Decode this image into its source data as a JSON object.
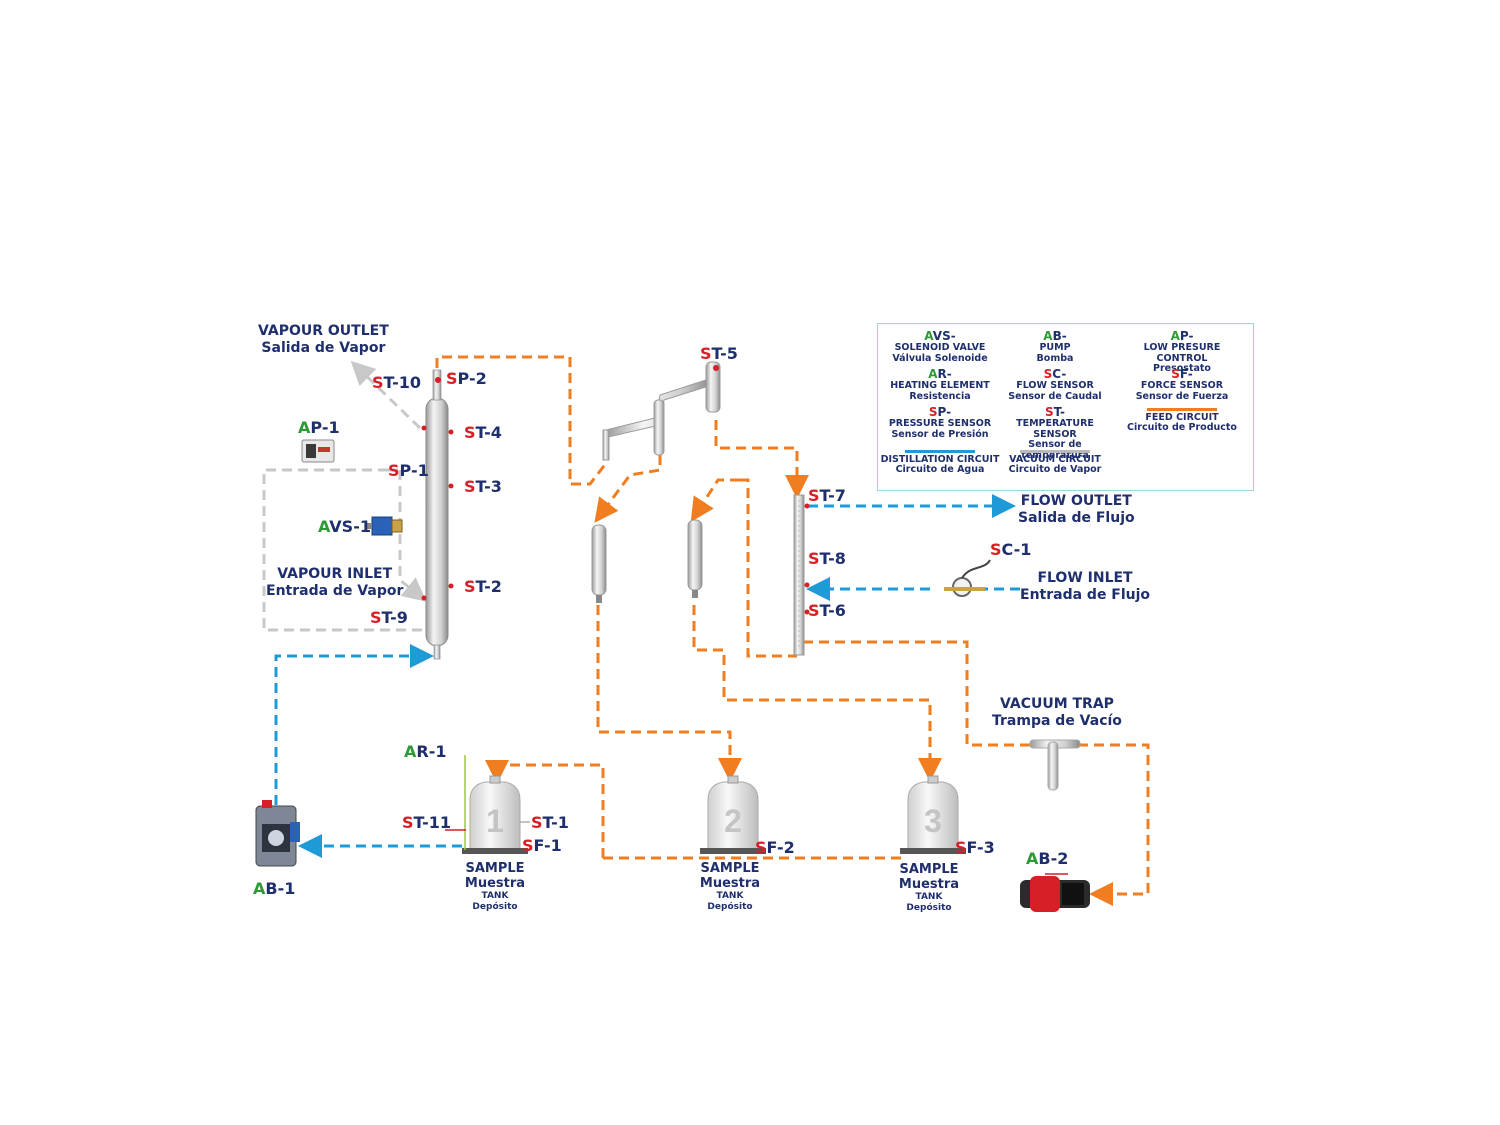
{
  "labels": {
    "vapour_outlet": {
      "en": "VAPOUR OUTLET",
      "es": "Salida de Vapor"
    },
    "vapour_inlet": {
      "en": "VAPOUR INLET",
      "es": "Entrada de Vapor"
    },
    "flow_outlet": {
      "en": "FLOW OUTLET",
      "es": "Salida de Flujo"
    },
    "flow_inlet": {
      "en": "FLOW  INLET",
      "es": "Entrada de Flujo"
    },
    "vacuum_trap": {
      "en": "VACUUM TRAP",
      "es": "Trampa de Vacío"
    }
  },
  "tags": [
    {
      "id": "st10",
      "prefix": "S",
      "rest": "T-10"
    },
    {
      "id": "sp2",
      "prefix": "S",
      "rest": "P-2"
    },
    {
      "id": "st4",
      "prefix": "S",
      "rest": "T-4"
    },
    {
      "id": "st3",
      "prefix": "S",
      "rest": "T-3"
    },
    {
      "id": "st2",
      "prefix": "S",
      "rest": "T-2"
    },
    {
      "id": "st9",
      "prefix": "S",
      "rest": "T-9"
    },
    {
      "id": "ap1",
      "prefix": "A",
      "rest": "P-1"
    },
    {
      "id": "sp1",
      "prefix": "S",
      "rest": "P-1"
    },
    {
      "id": "avs1",
      "prefix": "A",
      "rest": "VS-1"
    },
    {
      "id": "st5",
      "prefix": "S",
      "rest": "T-5"
    },
    {
      "id": "st7",
      "prefix": "S",
      "rest": "T-7"
    },
    {
      "id": "st8",
      "prefix": "S",
      "rest": "T-8"
    },
    {
      "id": "st6",
      "prefix": "S",
      "rest": "T-6"
    },
    {
      "id": "sc1",
      "prefix": "S",
      "rest": "C-1"
    },
    {
      "id": "ar1",
      "prefix": "A",
      "rest": "R-1"
    },
    {
      "id": "st11",
      "prefix": "S",
      "rest": "T-11"
    },
    {
      "id": "st1",
      "prefix": "S",
      "rest": "T-1"
    },
    {
      "id": "sf1",
      "prefix": "S",
      "rest": "F-1"
    },
    {
      "id": "sf2",
      "prefix": "S",
      "rest": "F-2"
    },
    {
      "id": "sf3",
      "prefix": "S",
      "rest": "F-3"
    },
    {
      "id": "ab1",
      "prefix": "A",
      "rest": "B-1"
    },
    {
      "id": "ab2",
      "prefix": "A",
      "rest": "B-2"
    }
  ],
  "tanks": [
    {
      "number": "1",
      "line1": "SAMPLE",
      "line2": "Muestra",
      "line3": "TANK",
      "line4": "Depósito"
    },
    {
      "number": "2",
      "line1": "SAMPLE",
      "line2": "Muestra",
      "line3": "TANK",
      "line4": "Depósito"
    },
    {
      "number": "3",
      "line1": "SAMPLE",
      "line2": "Muestra",
      "line3": "TANK",
      "line4": "Depósito"
    }
  ],
  "legend": [
    {
      "prefix": "A",
      "rest": "VS-",
      "en": "SOLENOID VALVE",
      "es": "Válvula Solenoide"
    },
    {
      "prefix": "A",
      "rest": "B-",
      "en": "PUMP",
      "es": "Bomba"
    },
    {
      "prefix": "A",
      "rest": "P-",
      "en": "LOW PRESURE CONTROL",
      "es": "Presostato"
    },
    {
      "prefix": "A",
      "rest": "R-",
      "en": "HEATING ELEMENT",
      "es": "Resistencia"
    },
    {
      "prefix": "S",
      "rest": "C-",
      "en": "FLOW  SENSOR",
      "es": "Sensor de Caudal"
    },
    {
      "prefix": "S",
      "rest": "F-",
      "en": "FORCE SENSOR",
      "es": "Sensor de Fuerza"
    },
    {
      "prefix": "S",
      "rest": "P-",
      "en": "PRESSURE  SENSOR",
      "es": "Sensor de Presión"
    },
    {
      "prefix": "S",
      "rest": "T-",
      "en": "TEMPERATURE  SENSOR",
      "es": "Sensor de temperatura"
    },
    {
      "prefix": "",
      "rest": "",
      "en": "FEED CIRCUIT",
      "es": "Circuito de Producto",
      "line_color": "#f07d1f"
    },
    {
      "prefix": "",
      "rest": "",
      "en": "DISTILLATION CIRCUIT",
      "es": "Circuito de Agua",
      "line_color": "#1e9bd7"
    },
    {
      "prefix": "",
      "rest": "",
      "en": "VACUUM CIRCUIT",
      "es": "Circuito de Vapor",
      "line_color": "#b9b9b9"
    }
  ],
  "colors": {
    "feed": "#f07d1f",
    "distillation": "#1e9bd7",
    "vacuum": "#c8c8c8",
    "text": "#1f2f6d",
    "sensor_prefix": "#d71f26",
    "actuator_prefix": "#2e9a36"
  }
}
